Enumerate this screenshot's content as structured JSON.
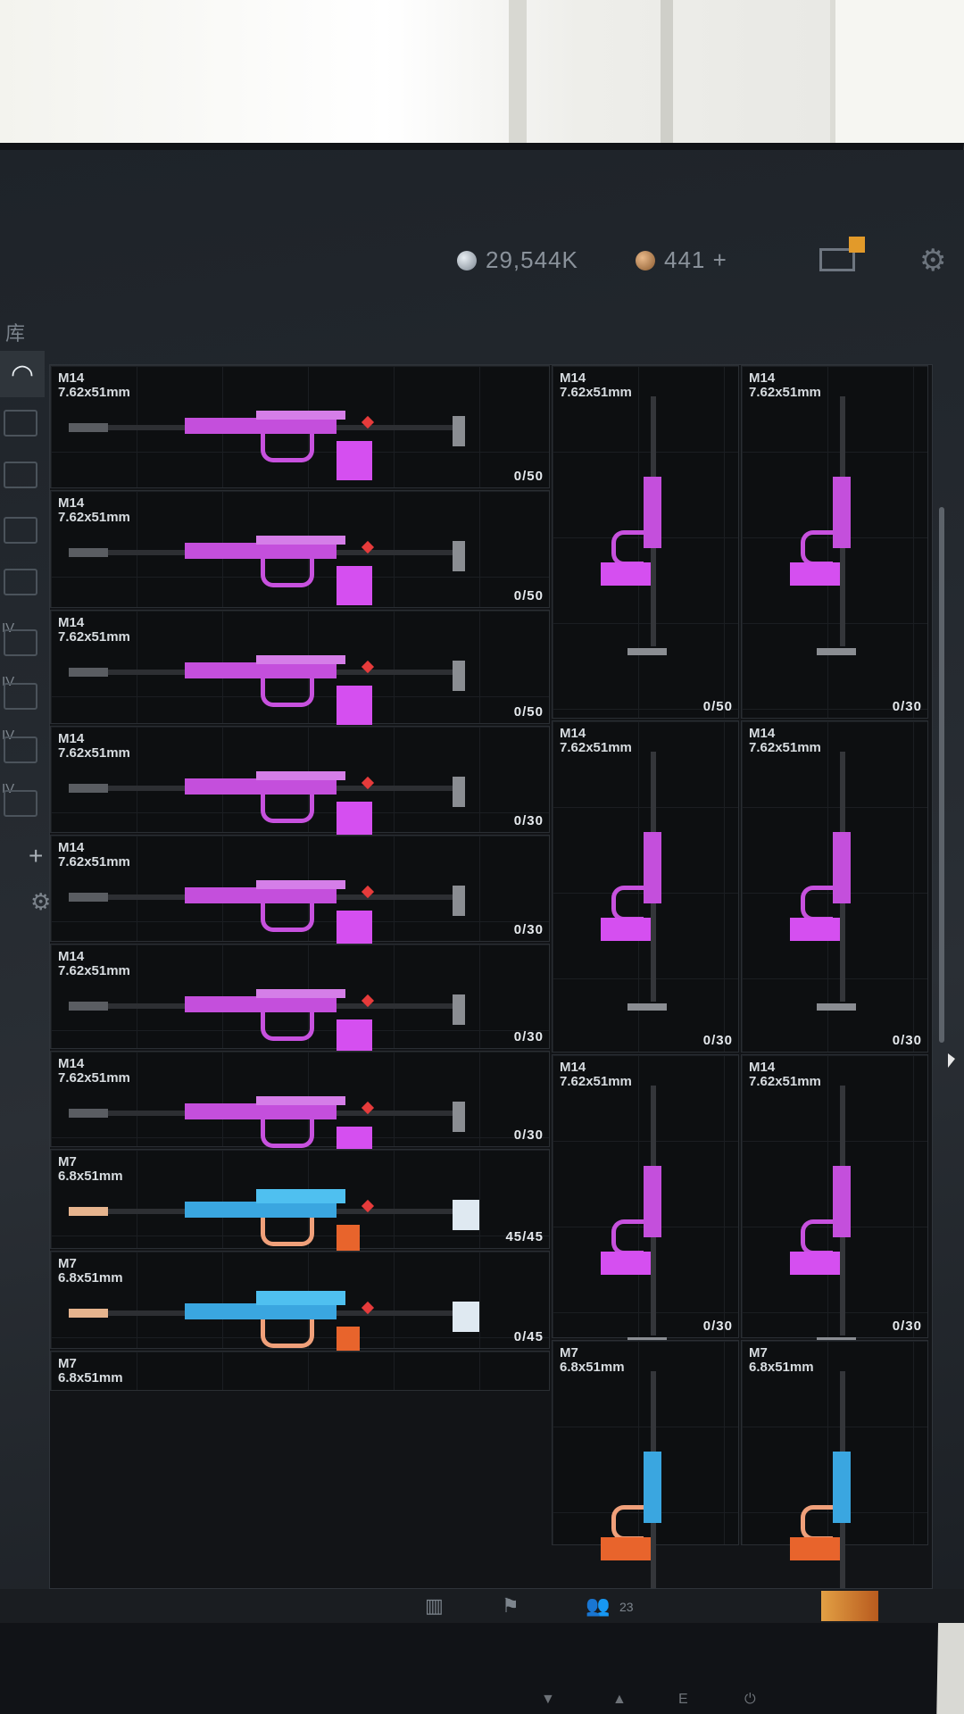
{
  "currency": {
    "silver": "29,544K",
    "gold": "441 +"
  },
  "sidebar": {
    "library_label": "库",
    "tiers": [
      "IV",
      "IV",
      "IV",
      "IV"
    ],
    "add": "+"
  },
  "weapons_left": [
    {
      "name": "M14",
      "caliber": "7.62x51mm",
      "ammo": "0/50"
    },
    {
      "name": "M14",
      "caliber": "7.62x51mm",
      "ammo": "0/50"
    },
    {
      "name": "M14",
      "caliber": "7.62x51mm",
      "ammo": "0/50"
    },
    {
      "name": "M14",
      "caliber": "7.62x51mm",
      "ammo": "0/30"
    },
    {
      "name": "M14",
      "caliber": "7.62x51mm",
      "ammo": "0/30"
    },
    {
      "name": "M14",
      "caliber": "7.62x51mm",
      "ammo": "0/30"
    },
    {
      "name": "M14",
      "caliber": "7.62x51mm",
      "ammo": "0/30"
    },
    {
      "name": "M7",
      "caliber": "6.8x51mm",
      "ammo": "45/45"
    },
    {
      "name": "M7",
      "caliber": "6.8x51mm",
      "ammo": "0/45"
    },
    {
      "name": "M7",
      "caliber": "6.8x51mm",
      "ammo": ""
    }
  ],
  "weapons_right": [
    {
      "name": "M14",
      "caliber": "7.62x51mm",
      "ammo": "0/50"
    },
    {
      "name": "M14",
      "caliber": "7.62x51mm",
      "ammo": "0/30"
    },
    {
      "name": "M14",
      "caliber": "7.62x51mm",
      "ammo": "0/30"
    },
    {
      "name": "M14",
      "caliber": "7.62x51mm",
      "ammo": "0/30"
    },
    {
      "name": "M14",
      "caliber": "7.62x51mm",
      "ammo": "0/30"
    },
    {
      "name": "M14",
      "caliber": "7.62x51mm",
      "ammo": "0/30"
    },
    {
      "name": "M7",
      "caliber": "6.8x51mm",
      "ammo": ""
    },
    {
      "name": "M7",
      "caliber": "6.8x51mm",
      "ammo": ""
    }
  ],
  "taskbar": {
    "friends_count": "23"
  },
  "monitor_buttons": [
    "▼",
    "▲",
    "E",
    "⏻"
  ],
  "colors": {
    "accent_purple": "#d54ff0",
    "accent_blue": "#3aa6e0",
    "mail_badge": "#e29a2a"
  }
}
